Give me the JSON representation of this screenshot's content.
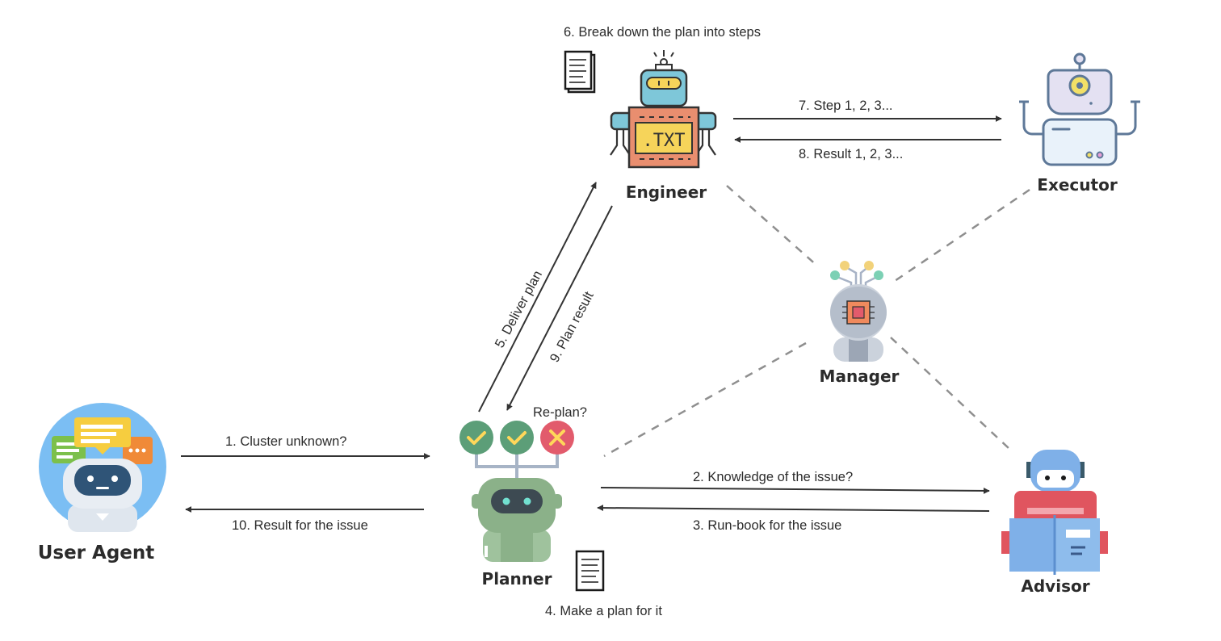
{
  "agents": {
    "user_agent": "User Agent",
    "planner": "Planner",
    "engineer": "Engineer",
    "executor": "Executor",
    "manager": "Manager",
    "advisor": "Advisor"
  },
  "steps": {
    "s1": "1. Cluster unknown?",
    "s2": "2. Knowledge of the issue?",
    "s3": "3. Run-book for the issue",
    "s4": "4. Make a plan for it",
    "s5": "5. Deliver plan",
    "s6": "6. Break down the plan into steps",
    "s7": "7. Step 1, 2, 3...",
    "s8": "8. Result 1, 2, 3...",
    "s9": "9. Plan result",
    "s10": "10. Result for the issue"
  },
  "replan": "Re-plan?",
  "engineer_screen": ".TXT",
  "colors": {
    "check_green": "#5c9e78",
    "cross_red": "#e25b6c",
    "arrow": "#333333",
    "dash": "#8f8f8f"
  },
  "icons": [
    "robot-icon",
    "chat-bubbles-icon",
    "document-icon",
    "check-icon",
    "cross-icon",
    "book-icon",
    "chip-icon"
  ]
}
